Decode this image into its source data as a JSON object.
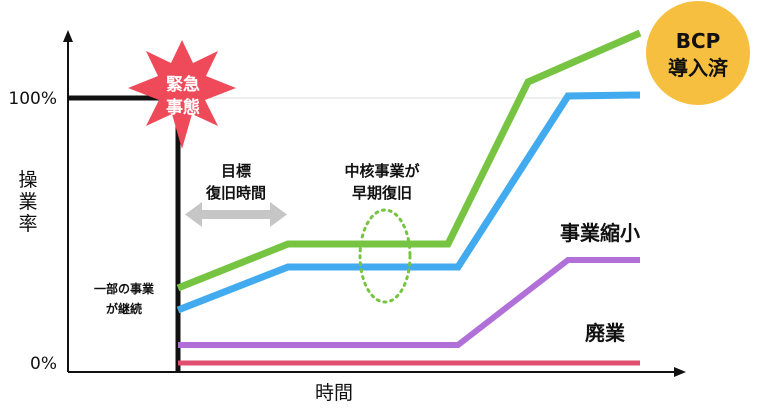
{
  "axes": {
    "y_tick_top": "100%",
    "y_tick_bottom": "0%",
    "y_label_chars": [
      "操",
      "業",
      "率"
    ],
    "x_label": "時間"
  },
  "burst": {
    "line1": "緊急",
    "line2": "事態"
  },
  "badge": {
    "line1": "BCP",
    "line2": "導入済"
  },
  "recovery_time": {
    "line1": "目標",
    "line2": "復旧時間"
  },
  "core_business": {
    "line1": "中核事業が",
    "line2": "早期復旧"
  },
  "partial": {
    "line1": "一部の事業",
    "line2": "が継続"
  },
  "scenarios": {
    "shrink": "事業縮小",
    "closure": "廃業"
  },
  "colors": {
    "bcp_green": "#76c442",
    "baseline_blue": "#42aaee",
    "shrink_purple": "#b070d8",
    "closure_red": "#e0506e",
    "burst_red": "#ee4a5a",
    "badge_yellow": "#f6bf3f",
    "arrow_gray": "#c6c6c6",
    "axis_black": "#111111"
  }
}
